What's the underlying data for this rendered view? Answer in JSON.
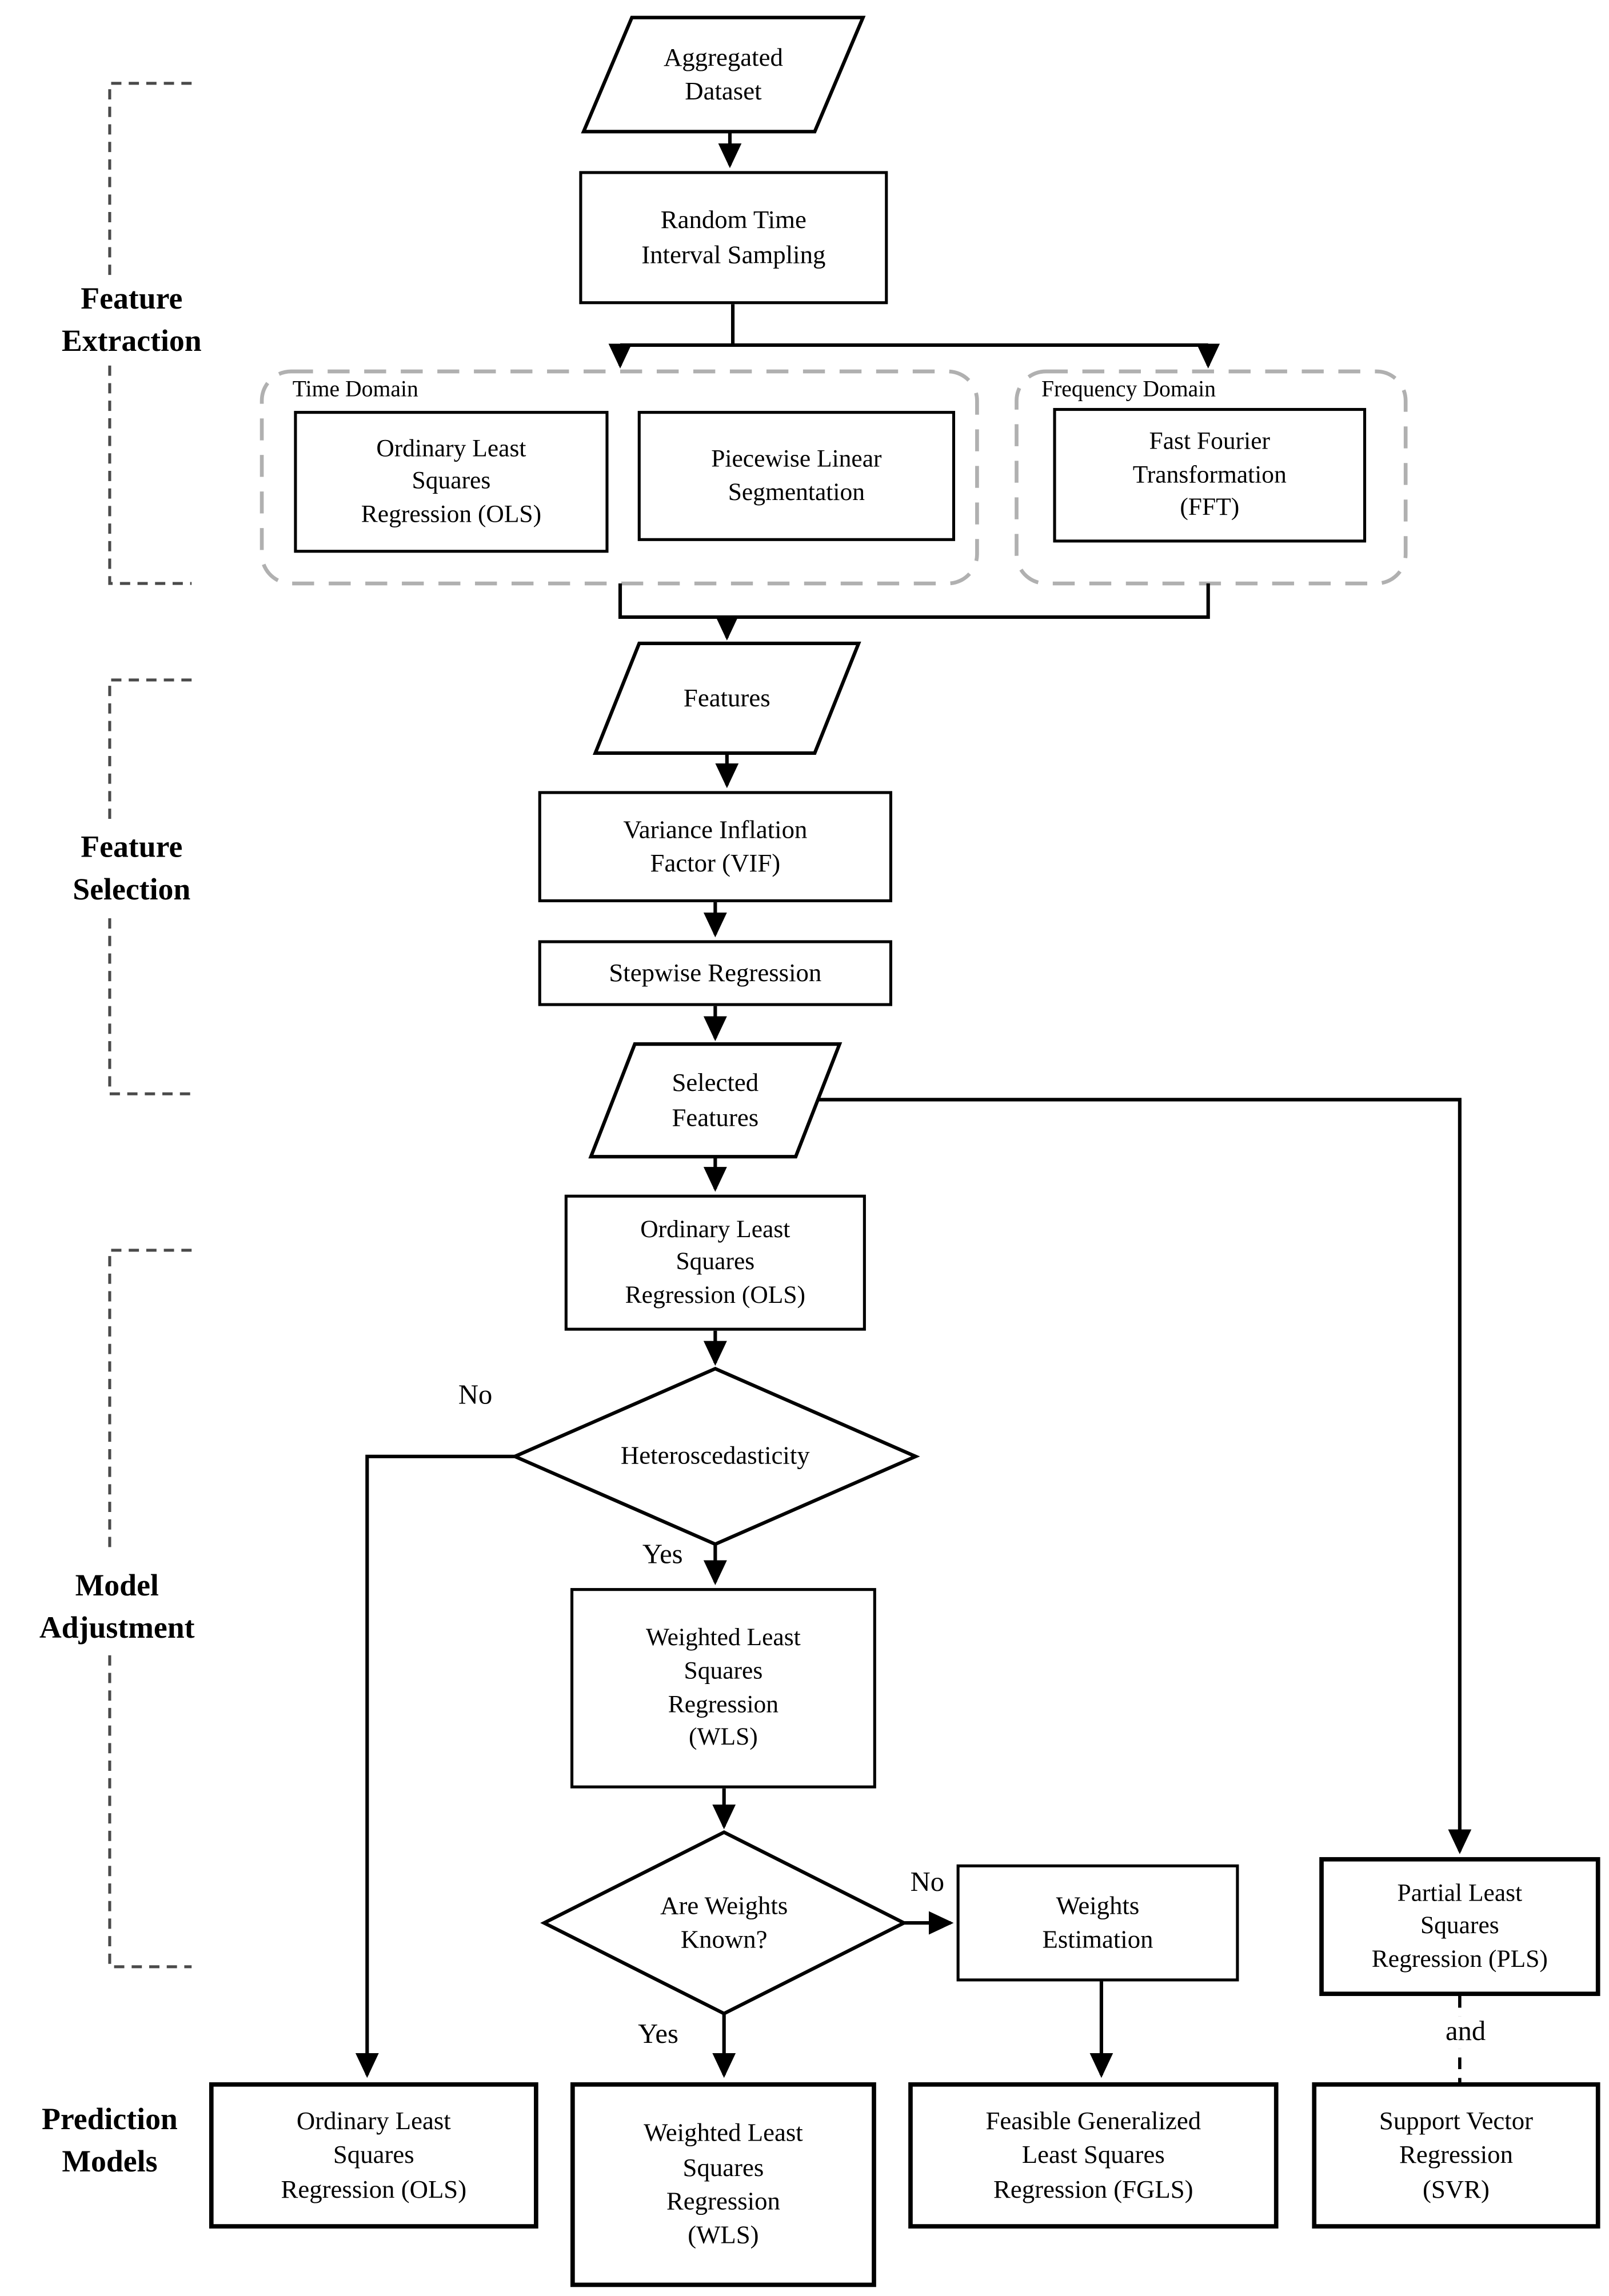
{
  "diagram": {
    "sections": {
      "feature_extraction": "Feature\nExtraction",
      "feature_selection": "Feature\nSelection",
      "model_adjustment": "Model\nAdjustment",
      "prediction_models": "Prediction\nModels"
    },
    "groups": {
      "time_domain": "Time Domain",
      "frequency_domain": "Frequency Domain"
    },
    "nodes": {
      "aggregated_dataset": "Aggregated\nDataset",
      "random_time_interval_sampling": "Random Time\nInterval Sampling",
      "ols_time_domain": "Ordinary Least\nSquares\nRegression (OLS)",
      "piecewise_linear_segmentation": "Piecewise Linear\nSegmentation",
      "fast_fourier_transformation": "Fast Fourier\nTransformation\n(FFT)",
      "features": "Features",
      "variance_inflation_factor": "Variance Inflation\nFactor (VIF)",
      "stepwise_regression": "Stepwise Regression",
      "selected_features": "Selected\nFeatures",
      "ols_model": "Ordinary Least\nSquares\nRegression (OLS)",
      "heteroscedasticity": "Heteroscedasticity",
      "wls_model": "Weighted Least\nSquares\nRegression\n(WLS)",
      "are_weights_known": "Are Weights\nKnown?",
      "weights_estimation": "Weights\nEstimation",
      "pls": "Partial Least\nSquares\nRegression (PLS)",
      "ols_prediction": "Ordinary Least\nSquares\nRegression (OLS)",
      "wls_prediction": "Weighted Least\nSquares\nRegression\n(WLS)",
      "fgls": "Feasible Generalized\nLeast Squares\nRegression (FGLS)",
      "svr": "Support Vector\nRegression\n(SVR)"
    },
    "edge_labels": {
      "hetero_no": "No",
      "hetero_yes": "Yes",
      "weights_no": "No",
      "weights_yes": "Yes",
      "pls_svr_connector": "and"
    },
    "colors": {
      "line": "#000000",
      "group_dash": "#b0b0b0",
      "bracket_dash": "#4a4a4a",
      "background": "#ffffff",
      "text": "#000000"
    }
  }
}
